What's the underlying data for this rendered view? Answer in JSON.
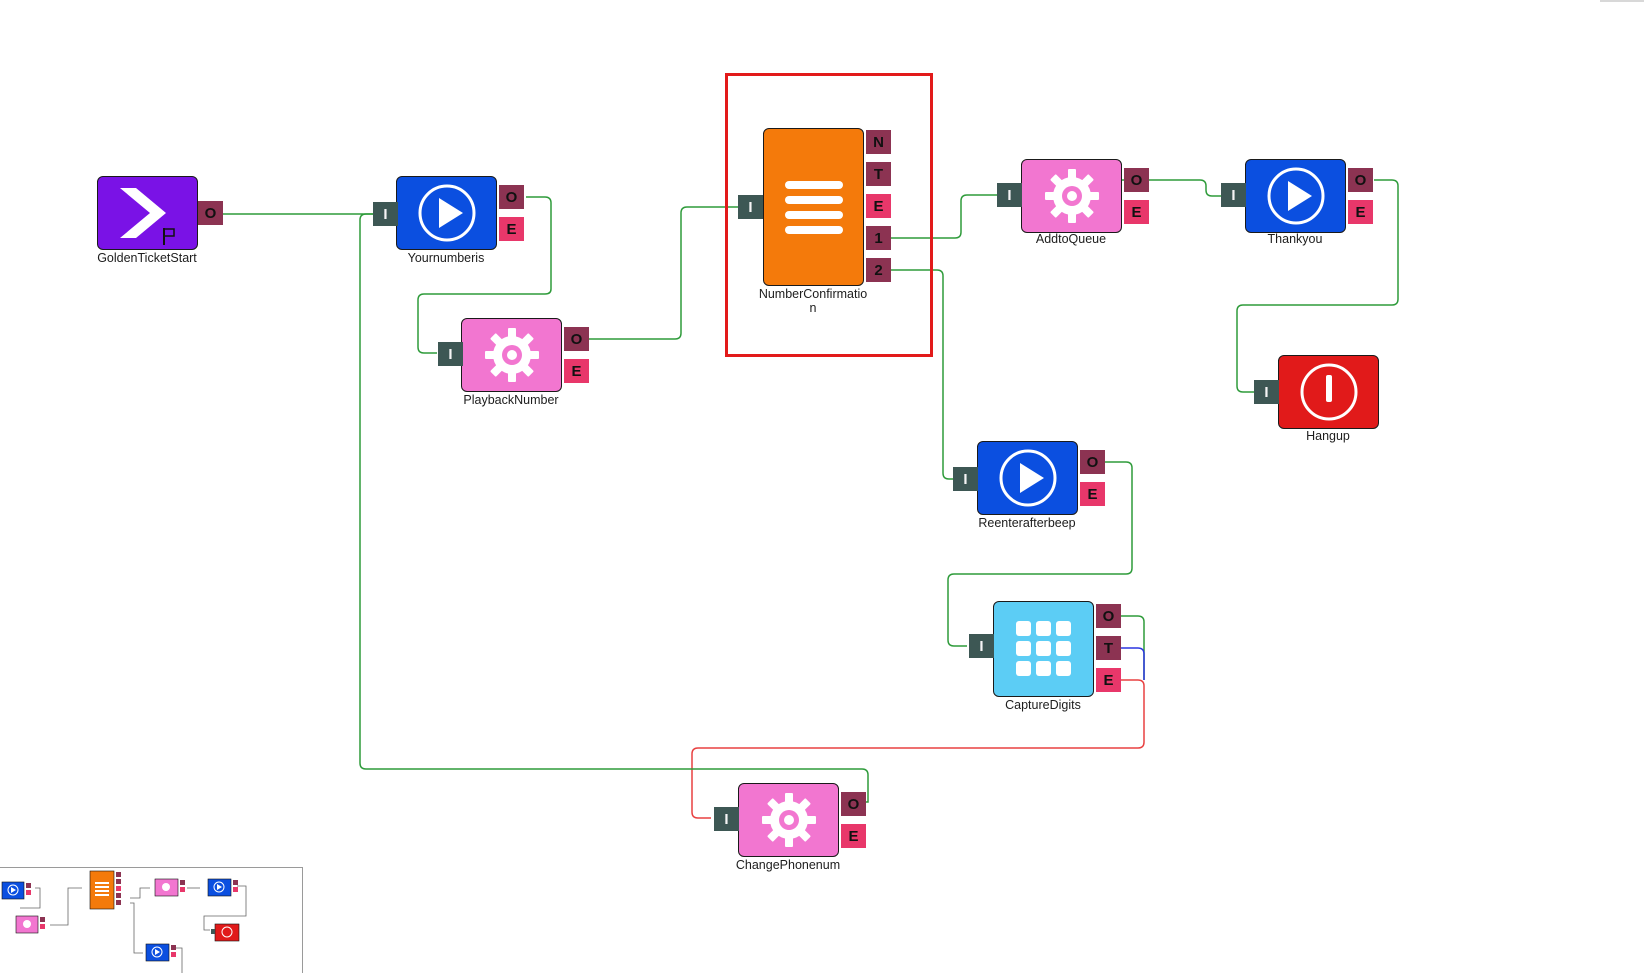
{
  "flow": {
    "nodes": [
      {
        "id": "golden",
        "name": "GoldenTicketStart",
        "type": "entry",
        "color": "#7a12e6",
        "icon": "chevron-right-flag-icon",
        "ports": [
          "O"
        ]
      },
      {
        "id": "yournumber",
        "name": "Yournumberis",
        "type": "play",
        "color": "#0b4fe0",
        "icon": "play-icon",
        "ports": [
          "I",
          "O",
          "E"
        ]
      },
      {
        "id": "playback",
        "name": "PlaybackNumber",
        "type": "invoke",
        "color": "#f276d0",
        "icon": "gear-icon",
        "ports": [
          "I",
          "O",
          "E"
        ]
      },
      {
        "id": "confirm",
        "name": "NumberConfirmation",
        "type": "menu",
        "color": "#f47a0b",
        "icon": "menu-icon",
        "ports": [
          "I",
          "N",
          "T",
          "E",
          "1",
          "2"
        ]
      },
      {
        "id": "addqueue",
        "name": "AddtoQueue",
        "type": "invoke",
        "color": "#f276d0",
        "icon": "gear-icon",
        "ports": [
          "I",
          "O",
          "E"
        ]
      },
      {
        "id": "thankyou",
        "name": "Thankyou",
        "type": "play",
        "color": "#0b4fe0",
        "icon": "play-icon",
        "ports": [
          "I",
          "O",
          "E"
        ]
      },
      {
        "id": "hangup",
        "name": "Hangup",
        "type": "hangup",
        "color": "#e11a1a",
        "icon": "hangup-icon",
        "ports": [
          "I"
        ]
      },
      {
        "id": "reenter",
        "name": "Reenterafterbeep",
        "type": "play",
        "color": "#0b4fe0",
        "icon": "play-icon",
        "ports": [
          "I",
          "O",
          "E"
        ]
      },
      {
        "id": "capture",
        "name": "CaptureDigits",
        "type": "capture",
        "color": "#5ccdf5",
        "icon": "keypad-icon",
        "ports": [
          "I",
          "O",
          "T",
          "E"
        ]
      },
      {
        "id": "changephone",
        "name": "ChangePhonenum",
        "type": "invoke",
        "color": "#f276d0",
        "icon": "gear-icon",
        "ports": [
          "I",
          "O",
          "E"
        ]
      }
    ],
    "selected": "NumberConfirmation",
    "colors": {
      "success_link": "#2e9b3a",
      "timeout_link": "#2b35e0",
      "error_link": "#e84040",
      "selection": "#e21a1a"
    }
  }
}
